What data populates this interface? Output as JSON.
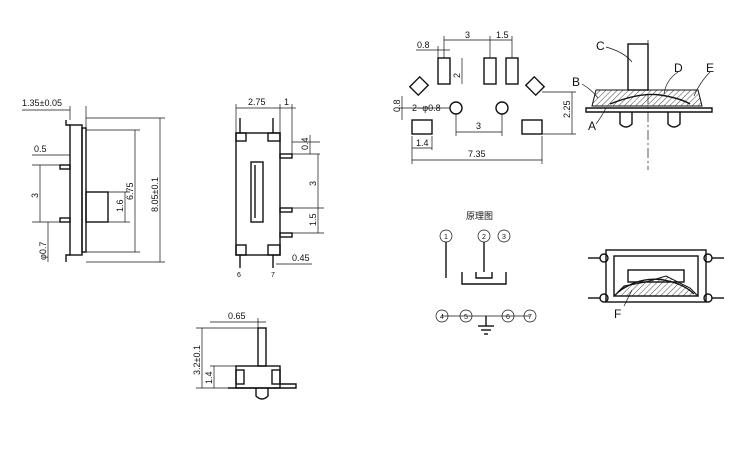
{
  "dimensions": {
    "side_width": "1.35±0.05",
    "side_pin_offset": "0.5",
    "side_pin_pitch": "3",
    "side_pin_dia": "φ0.7",
    "side_actuator_h": "1.6",
    "side_body_h": "6.75",
    "side_total_h": "8.05±0.1",
    "top_body_w": "2.75",
    "top_pin_ext": "1",
    "top_pin_top": "0.4",
    "top_pin_pitch": "3",
    "top_pin_pitch2": "1.5",
    "top_pin_w": "0.45",
    "top_pin_no_6": "6",
    "top_pin_no_7": "7",
    "front_actuator_offset": "0.65",
    "front_total_h": "3.2±0.1",
    "front_body_h": "1.4",
    "pcb_pad_w": "0.8",
    "pcb_pitch_top": "3",
    "pcb_pitch_top2": "1.5",
    "pcb_pad_h": "2",
    "pcb_hole_h": "0.8",
    "pcb_hole_dia": "2−φ0.8",
    "pcb_hole_pitch": "3",
    "pcb_row_gap": "2.25",
    "pcb_pad_w2": "1.4",
    "pcb_total_w": "7.35"
  },
  "schematic": {
    "title": "原理图",
    "top_pins": [
      "1",
      "2",
      "3"
    ],
    "bottom_pins": [
      "4",
      "5",
      "6",
      "7"
    ]
  },
  "callouts": {
    "A": "A",
    "B": "B",
    "C": "C",
    "D": "D",
    "E": "E",
    "F": "F"
  }
}
